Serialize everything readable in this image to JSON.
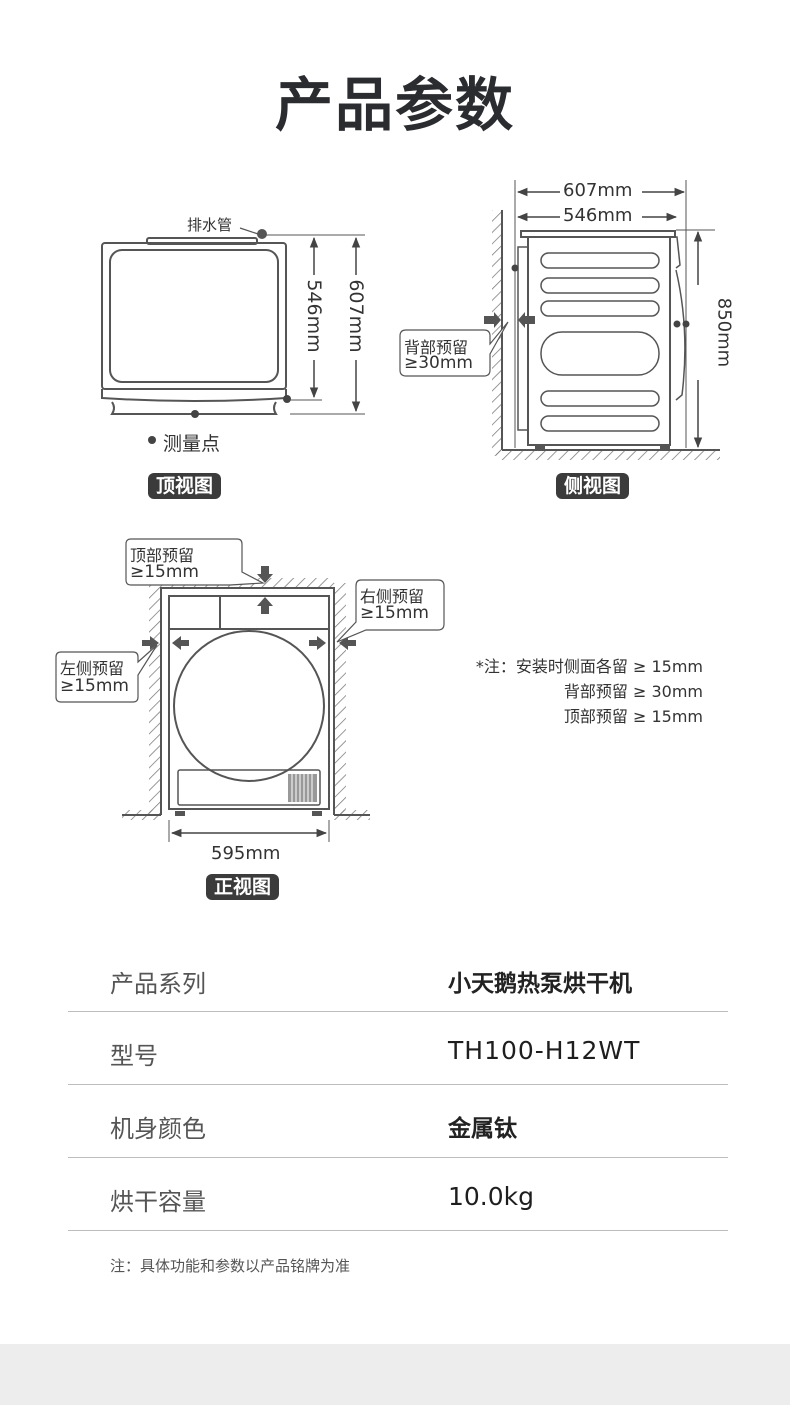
{
  "page": {
    "title": "产品参数"
  },
  "top_view": {
    "badge": "顶视图",
    "drain_label": "排水管",
    "dim_inner": "546mm",
    "dim_outer": "607mm",
    "legend_label": "测量点"
  },
  "side_view": {
    "badge": "侧视图",
    "dim_outer": "607mm",
    "dim_inner": "546mm",
    "dim_height": "850mm",
    "callout_line1": "背部预留",
    "callout_line2": "≥30mm"
  },
  "front_view": {
    "badge": "正视图",
    "dim_width": "595mm",
    "callout_top_line1": "顶部预留",
    "callout_top_line2": "≥15mm",
    "callout_right_line1": "右侧预留",
    "callout_right_line2": "≥15mm",
    "callout_left_line1": "左侧预留",
    "callout_left_line2": "≥15mm"
  },
  "install_note": {
    "line1": "*注：安装时侧面各留 ≥ 15mm",
    "line2": "背部预留 ≥ 30mm",
    "line3": "顶部预留 ≥ 15mm"
  },
  "specs": [
    {
      "label": "产品系列",
      "value": "小天鹅热泵烘干机"
    },
    {
      "label": "型号",
      "value": "TH100-H12WT"
    },
    {
      "label": "机身颜色",
      "value": "金属钛"
    },
    {
      "label": "烘干容量",
      "value": "10.0kg"
    }
  ],
  "footnote": "注：具体功能和参数以产品铭牌为准",
  "colors": {
    "badge_bg": "#3b3b3b",
    "line": "#555555",
    "divider": "#bdbdbd",
    "footer_band": "#ededed"
  }
}
